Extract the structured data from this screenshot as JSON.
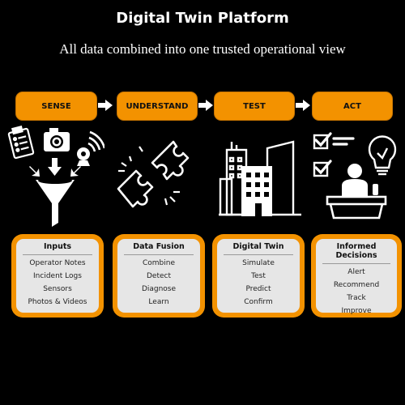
{
  "header": {
    "title": "Digital Twin Platform",
    "subtitle": "All data combined into one trusted operational view"
  },
  "colors": {
    "accent": "#f39200",
    "background": "#000000",
    "card_bg": "#e6e6e6"
  },
  "stages": [
    {
      "label": "SENSE",
      "icon": "sense-icons"
    },
    {
      "label": "UNDERSTAND",
      "icon": "puzzle-icon"
    },
    {
      "label": "TEST",
      "icon": "buildings-icon"
    },
    {
      "label": "ACT",
      "icon": "decision-icon"
    }
  ],
  "cards": [
    {
      "title": "Inputs",
      "items": [
        "Operator Notes",
        "Incident Logs",
        "Sensors",
        "Photos & Videos"
      ]
    },
    {
      "title": "Data Fusion",
      "items": [
        "Combine",
        "Detect",
        "Diagnose",
        "Learn"
      ]
    },
    {
      "title": "Digital Twin",
      "items": [
        "Simulate",
        "Test",
        "Predict",
        "Confirm"
      ]
    },
    {
      "title": "Informed Decisions",
      "items": [
        "Alert",
        "Recommend",
        "Track",
        "Improve"
      ]
    }
  ]
}
